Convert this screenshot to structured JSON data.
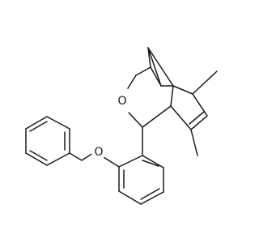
{
  "diagram": {
    "type": "chemical-structure",
    "background_color": "#ffffff",
    "bond_color": "#1a1a1a",
    "atoms": [
      {
        "id": "O1",
        "label": "O"
      },
      {
        "id": "O2",
        "label": "O"
      }
    ]
  }
}
